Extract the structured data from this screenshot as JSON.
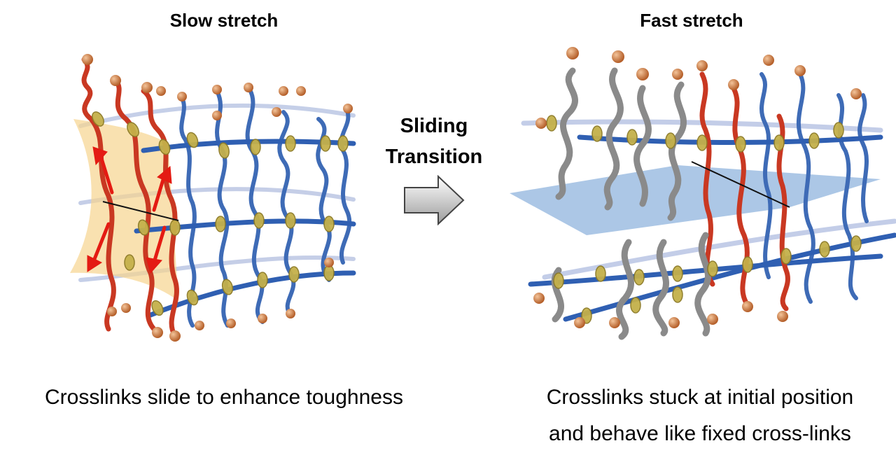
{
  "left_panel": {
    "title": "Slow stretch",
    "caption": "Crosslinks slide to enhance toughness"
  },
  "transition": {
    "line1": "Sliding",
    "line2": "Transition"
  },
  "right_panel": {
    "title": "Fast stretch",
    "caption_line1": "Crosslinks stuck at initial position",
    "caption_line2": "and behave like fixed cross-links"
  },
  "colors": {
    "backbone": "#3a6fbf",
    "backbone_faded": "#a9b8dc",
    "chain_red": "#c93a24",
    "chain_blue": "#3b6ab8",
    "chain_gray": "#8a8a8a",
    "crosslink_ring": "#b8a64a",
    "end_bead": "#c8733b",
    "stretch_zone": "#f7dca0",
    "force_arrow": "#e41b13",
    "crack_plane": "#9fbde0"
  },
  "icons": [
    "right-arrow-icon"
  ]
}
